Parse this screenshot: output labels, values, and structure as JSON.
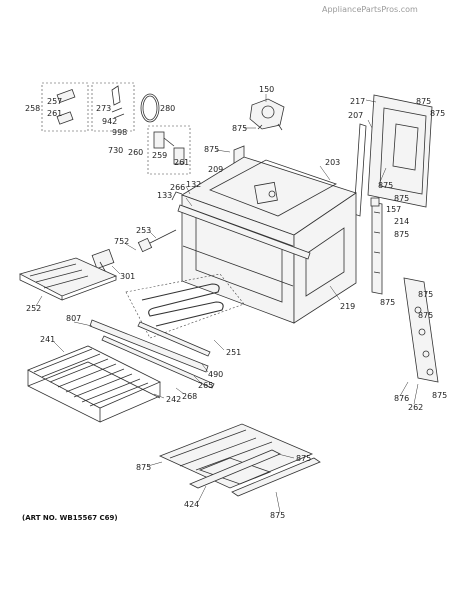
{
  "watermark": "AppliancePartsPros.com",
  "art_number": "(ART NO. WB15567 C69)",
  "callouts": {
    "p150": "150",
    "p217": "217",
    "p875_a": "875",
    "p875_b": "875",
    "p875_c": "875",
    "p875_d": "875",
    "p875_e": "875",
    "p875_f": "875",
    "p875_g": "875",
    "p875_h": "875",
    "p875_i": "875",
    "p875_j": "875",
    "p875_k": "875",
    "p875_l": "875",
    "p875_m": "875",
    "p207": "207",
    "p257": "257",
    "p258": "258",
    "p261_a": "261",
    "p261_b": "261",
    "p273": "273",
    "p280": "280",
    "p942": "942",
    "p998": "998",
    "p730": "730",
    "p260": "260",
    "p259": "259",
    "p209": "209",
    "p203": "203",
    "p157": "157",
    "p214": "214",
    "p132": "132",
    "p266": "266",
    "p133": "133",
    "p253": "253",
    "p752": "752",
    "p301": "301",
    "p252": "252",
    "p219": "219",
    "p807": "807",
    "p241": "241",
    "p251": "251",
    "p490": "490",
    "p265": "265",
    "p268": "268",
    "p242": "242",
    "p876": "876",
    "p262": "262",
    "p424": "424"
  }
}
